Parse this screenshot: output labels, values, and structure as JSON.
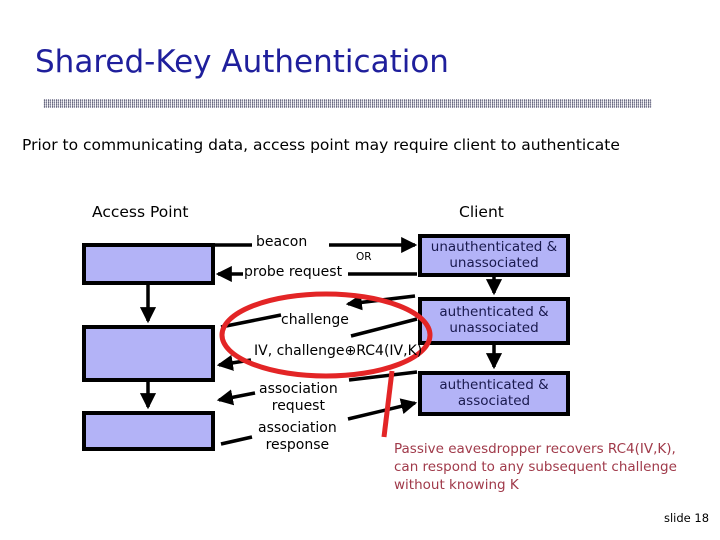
{
  "slide": {
    "title": "Shared-Key Authentication",
    "intro": "Prior to communicating data, access point may require client to authenticate",
    "slide_number": "slide 18",
    "title_color": "#1f1f9c",
    "box_fill_color": "#b3b3f7",
    "box_border_color": "#000000",
    "highlight_color": "#e32526",
    "note_color": "#a03a4a"
  },
  "columns": {
    "access_point_heading": "Access Point",
    "client_heading": "Client"
  },
  "access_point_states": [
    {
      "label": ""
    },
    {
      "label": ""
    },
    {
      "label": ""
    }
  ],
  "client_states": [
    {
      "line1": "unauthenticated &",
      "line2": "unassociated"
    },
    {
      "line1": "authenticated &",
      "line2": "unassociated"
    },
    {
      "line1": "authenticated &",
      "line2": "associated"
    }
  ],
  "messages": {
    "beacon": "beacon",
    "probe_request": "probe request",
    "or": "OR",
    "challenge": "challenge",
    "iv_challenge": "IV, challenge⊕RC4(IV,K)",
    "association_request_line1": "association",
    "association_request_line2": "request",
    "association_response_line1": "association",
    "association_response_line2": "response"
  },
  "annotation": {
    "line1": "Passive eavesdropper recovers RC4(IV,K),",
    "line2": "can respond to any subsequent challenge",
    "line3": "without knowing K"
  }
}
